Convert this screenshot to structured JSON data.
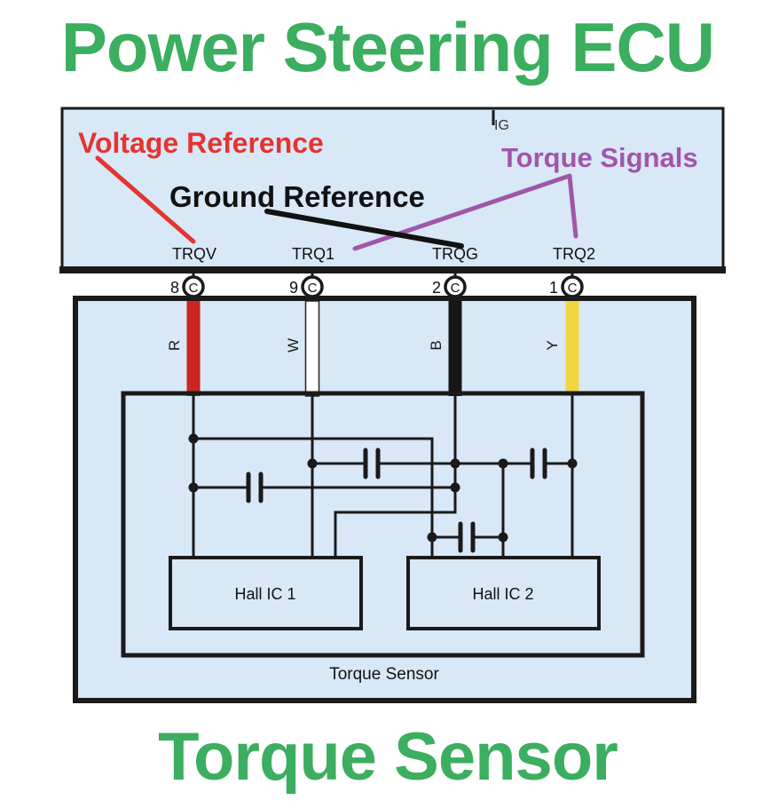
{
  "page": {
    "title_top": "Power Steering ECU",
    "title_bottom": "Torque Sensor"
  },
  "colors": {
    "title_green": "#3bae5f",
    "box_fill": "#d8e8f7",
    "line_black": "#1a1a1a",
    "annotation_red": "#e53430",
    "annotation_black": "#111111",
    "annotation_purple": "#a156a8"
  },
  "ecu": {
    "ig_label": "IG",
    "annotations": {
      "voltage": {
        "label": "Voltage Reference",
        "color": "#e53430"
      },
      "ground": {
        "label": "Ground Reference",
        "color": "#111111"
      },
      "torque": {
        "label": "Torque Signals",
        "color": "#a156a8"
      }
    },
    "pins": [
      {
        "name": "TRQV",
        "number": "8",
        "connector": "C",
        "wire": "R",
        "wire_color": "#cc2420"
      },
      {
        "name": "TRQ1",
        "number": "9",
        "connector": "C",
        "wire": "W",
        "wire_color": "#ffffff"
      },
      {
        "name": "TRQG",
        "number": "2",
        "connector": "C",
        "wire": "B",
        "wire_color": "#161616"
      },
      {
        "name": "TRQ2",
        "number": "1",
        "connector": "C",
        "wire": "Y",
        "wire_color": "#f2d640"
      }
    ]
  },
  "sensor": {
    "label": "Torque Sensor",
    "hall_ic_1": "Hall IC 1",
    "hall_ic_2": "Hall IC 2"
  }
}
